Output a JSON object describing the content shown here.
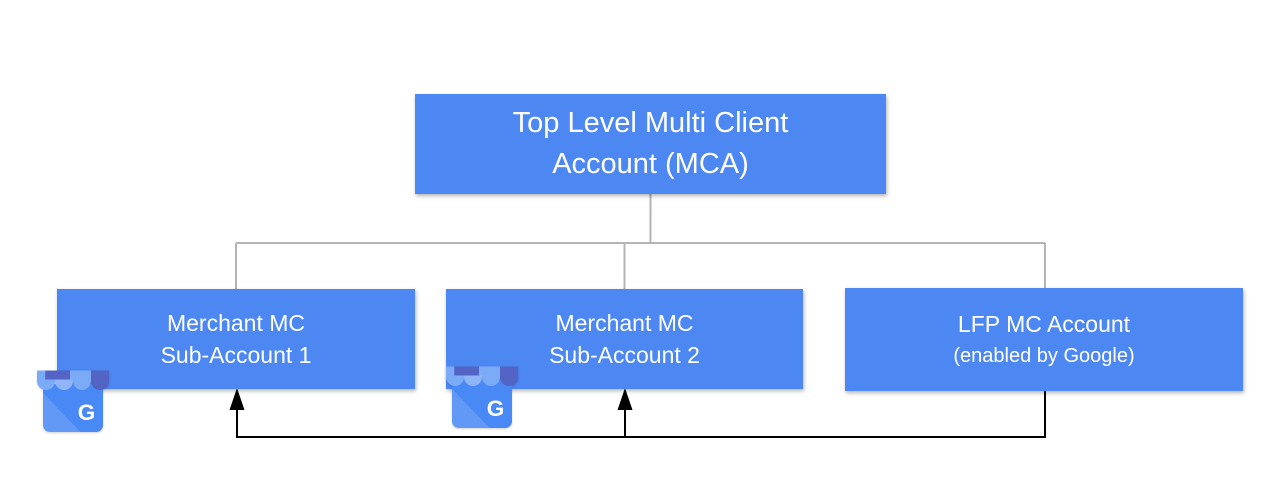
{
  "diagram": {
    "type": "account-hierarchy",
    "nodes": {
      "root": {
        "line1": "Top Level Multi Client",
        "line2": "Account (MCA)"
      },
      "merchant1": {
        "line1": "Merchant MC",
        "line2": "Sub-Account 1"
      },
      "merchant2": {
        "line1": "Merchant MC",
        "line2": "Sub-Account 2"
      },
      "lfp": {
        "line1": "LFP MC Account",
        "line2": "(enabled by Google)"
      }
    },
    "edges": [
      {
        "from": "root",
        "to": "merchant1",
        "style": "tree-line"
      },
      {
        "from": "root",
        "to": "merchant2",
        "style": "tree-line"
      },
      {
        "from": "root",
        "to": "lfp",
        "style": "tree-line"
      },
      {
        "from": "lfp",
        "to": "merchant1",
        "style": "black-arrow"
      },
      {
        "from": "lfp",
        "to": "merchant2",
        "style": "black-arrow"
      }
    ],
    "icons": {
      "business_profile_letter": "G"
    },
    "colors": {
      "node_fill": "#4C87F2",
      "node_text": "#FFFFFF",
      "tree_line": "#B5B5B5",
      "arrow_line": "#000000",
      "icon_body": "#4989F5",
      "icon_awning_light": "#7BABF7",
      "icon_awning_lighter": "#8FB5F8",
      "icon_awning_dark": "#5364C4"
    }
  }
}
